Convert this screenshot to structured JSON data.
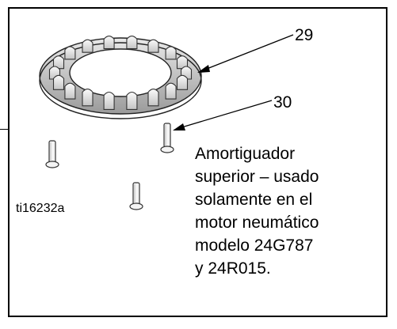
{
  "callouts": {
    "ring": "29",
    "screw": "30"
  },
  "figure_id": "ti16232a",
  "caption_lines": [
    "Amortiguador",
    "superior – usado",
    "solamente en el",
    "motor neumático",
    "modelo 24G787",
    "y 24R015."
  ]
}
